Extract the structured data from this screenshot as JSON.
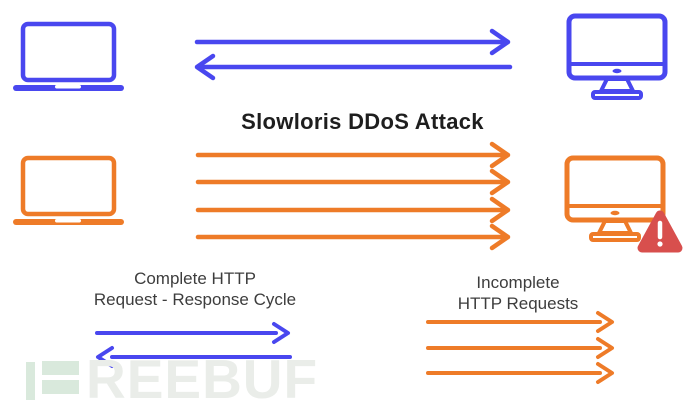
{
  "title": "Slowloris DDoS Attack",
  "legend": {
    "complete": {
      "line1": "Complete HTTP",
      "line2": "Request - Response Cycle"
    },
    "incomplete": {
      "line1": "Incomplete",
      "line2": "HTTP Requests"
    }
  },
  "watermark": {
    "text": "REEBUF"
  },
  "icons": {
    "client-laptop-icon": "outlined laptop (blue)",
    "server-monitor-icon": "outlined desktop monitor (blue)",
    "attacker-laptop-icon": "outlined laptop (orange)",
    "victim-server-icon": "outlined desktop monitor (orange)",
    "warning-icon": "red rounded triangle with white exclamation mark"
  },
  "colors": {
    "blue": "#4947ef",
    "orange": "#ee7b28",
    "alert-red": "#d84f4d",
    "title-text": "#1e1e1e",
    "label-text": "#3d3d3d",
    "watermark-mark": "#d9e9dc",
    "watermark-text": "#eaede9",
    "background": "#ffffff"
  }
}
